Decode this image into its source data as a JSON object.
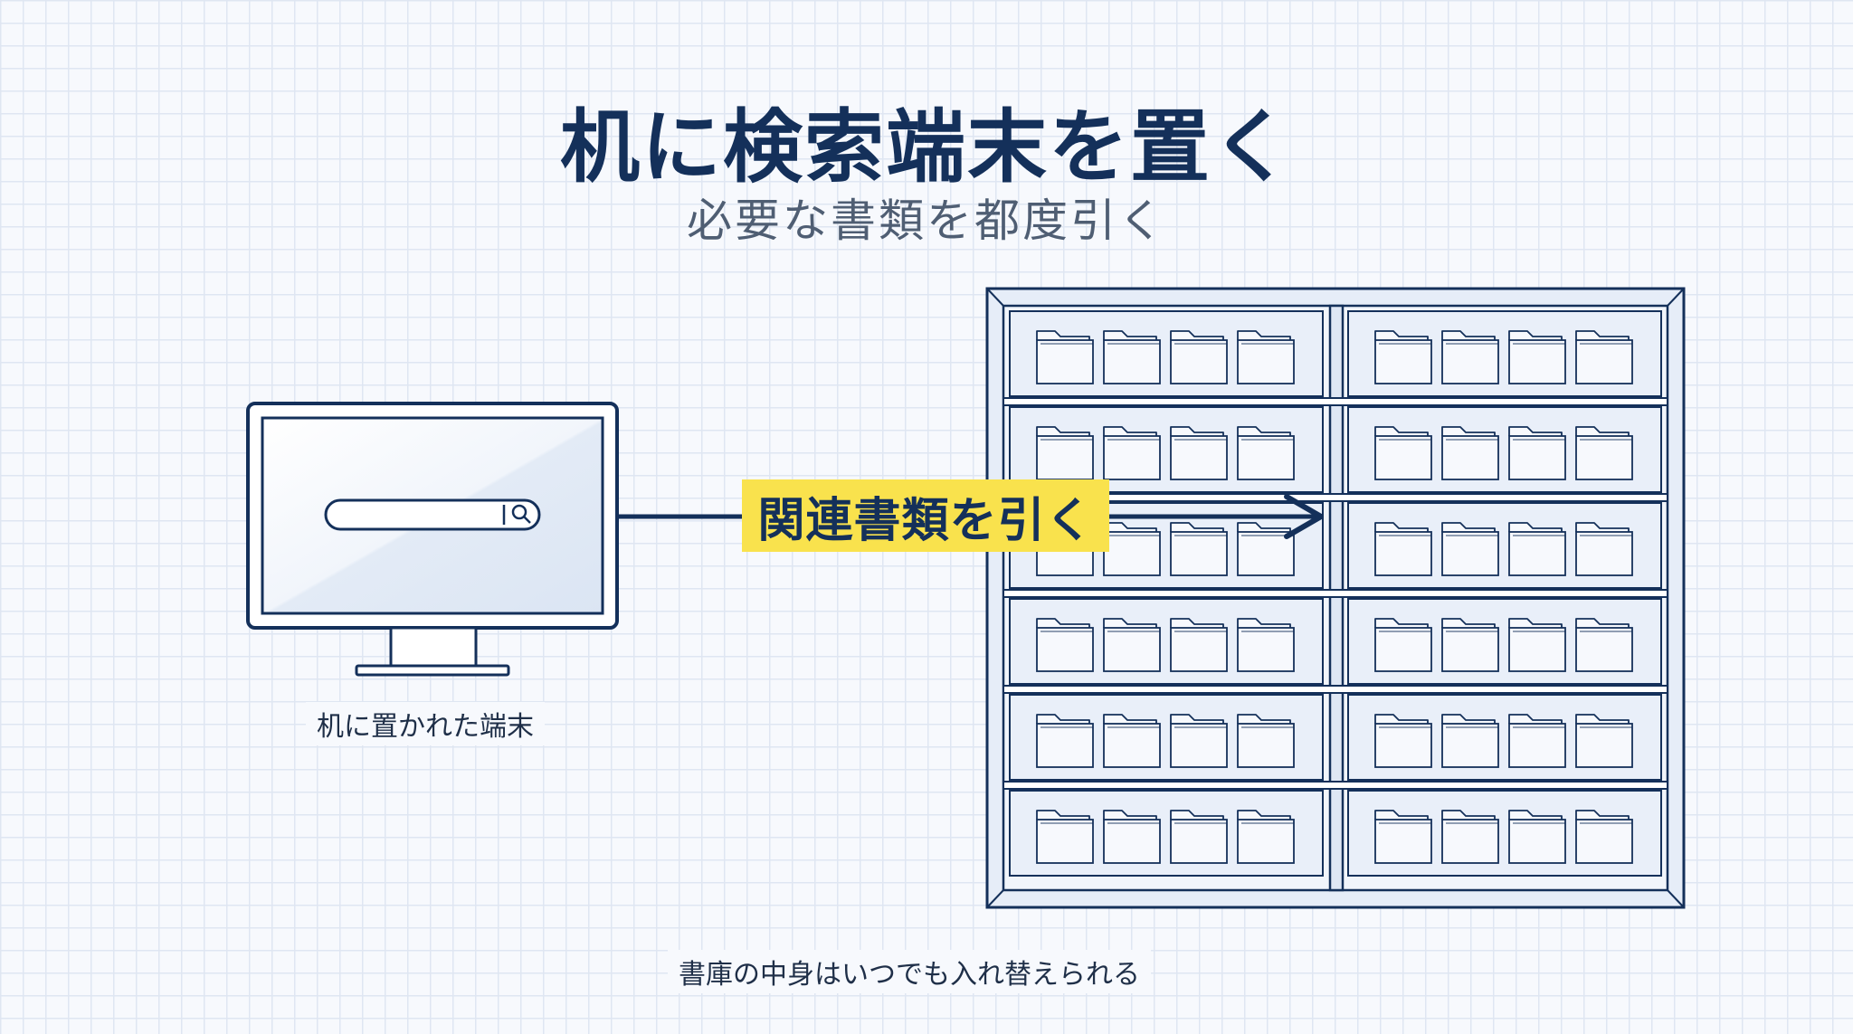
{
  "title": "机に検索端末を置く",
  "subtitle": "必要な書類を都度引く",
  "monitor": {
    "caption": "机に置かれた端末",
    "search_icon": "magnifier-icon"
  },
  "arrow": {
    "label": "関連書類を引く"
  },
  "shelf": {
    "caption": "書庫の中身はいつでも入れ替えられる",
    "columns": 2,
    "rows": 6,
    "folders_per_cell": 4,
    "icon": "folder-icon"
  },
  "colors": {
    "navy": "#14305a",
    "highlight": "#f9e24d",
    "shelf_fill": "#e8eef8"
  }
}
